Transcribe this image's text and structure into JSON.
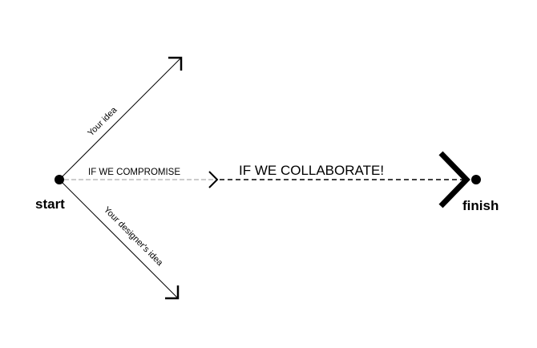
{
  "labels": {
    "start": "start",
    "finish": "finish",
    "your_idea": "Your idea",
    "designer_idea": "Your designer's idea",
    "compromise": "IF WE COMPROMISE",
    "collaborate": "IF WE COLLABORATE!"
  },
  "colors": {
    "ink": "#000000",
    "compromise_line": "#999999"
  }
}
